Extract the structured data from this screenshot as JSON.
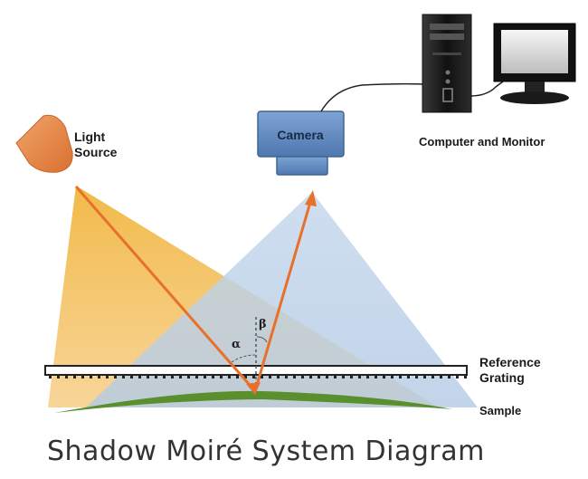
{
  "title": "Shadow Moiré System Diagram",
  "labels": {
    "light_source": [
      "Light",
      "Source"
    ],
    "camera": "Camera",
    "computer": "Computer and Monitor",
    "reference_grating": [
      "Reference",
      "Grating"
    ],
    "sample": "Sample",
    "alpha": "α",
    "beta": "β"
  },
  "colors": {
    "light_beam": "#f2b640",
    "camera_beam": "#b9cfe6",
    "ray": "#e8702a",
    "light_source": "#e8894a",
    "camera_body": "#5b86c0",
    "sample": "#5a8f2e",
    "grating_border": "#222222"
  }
}
